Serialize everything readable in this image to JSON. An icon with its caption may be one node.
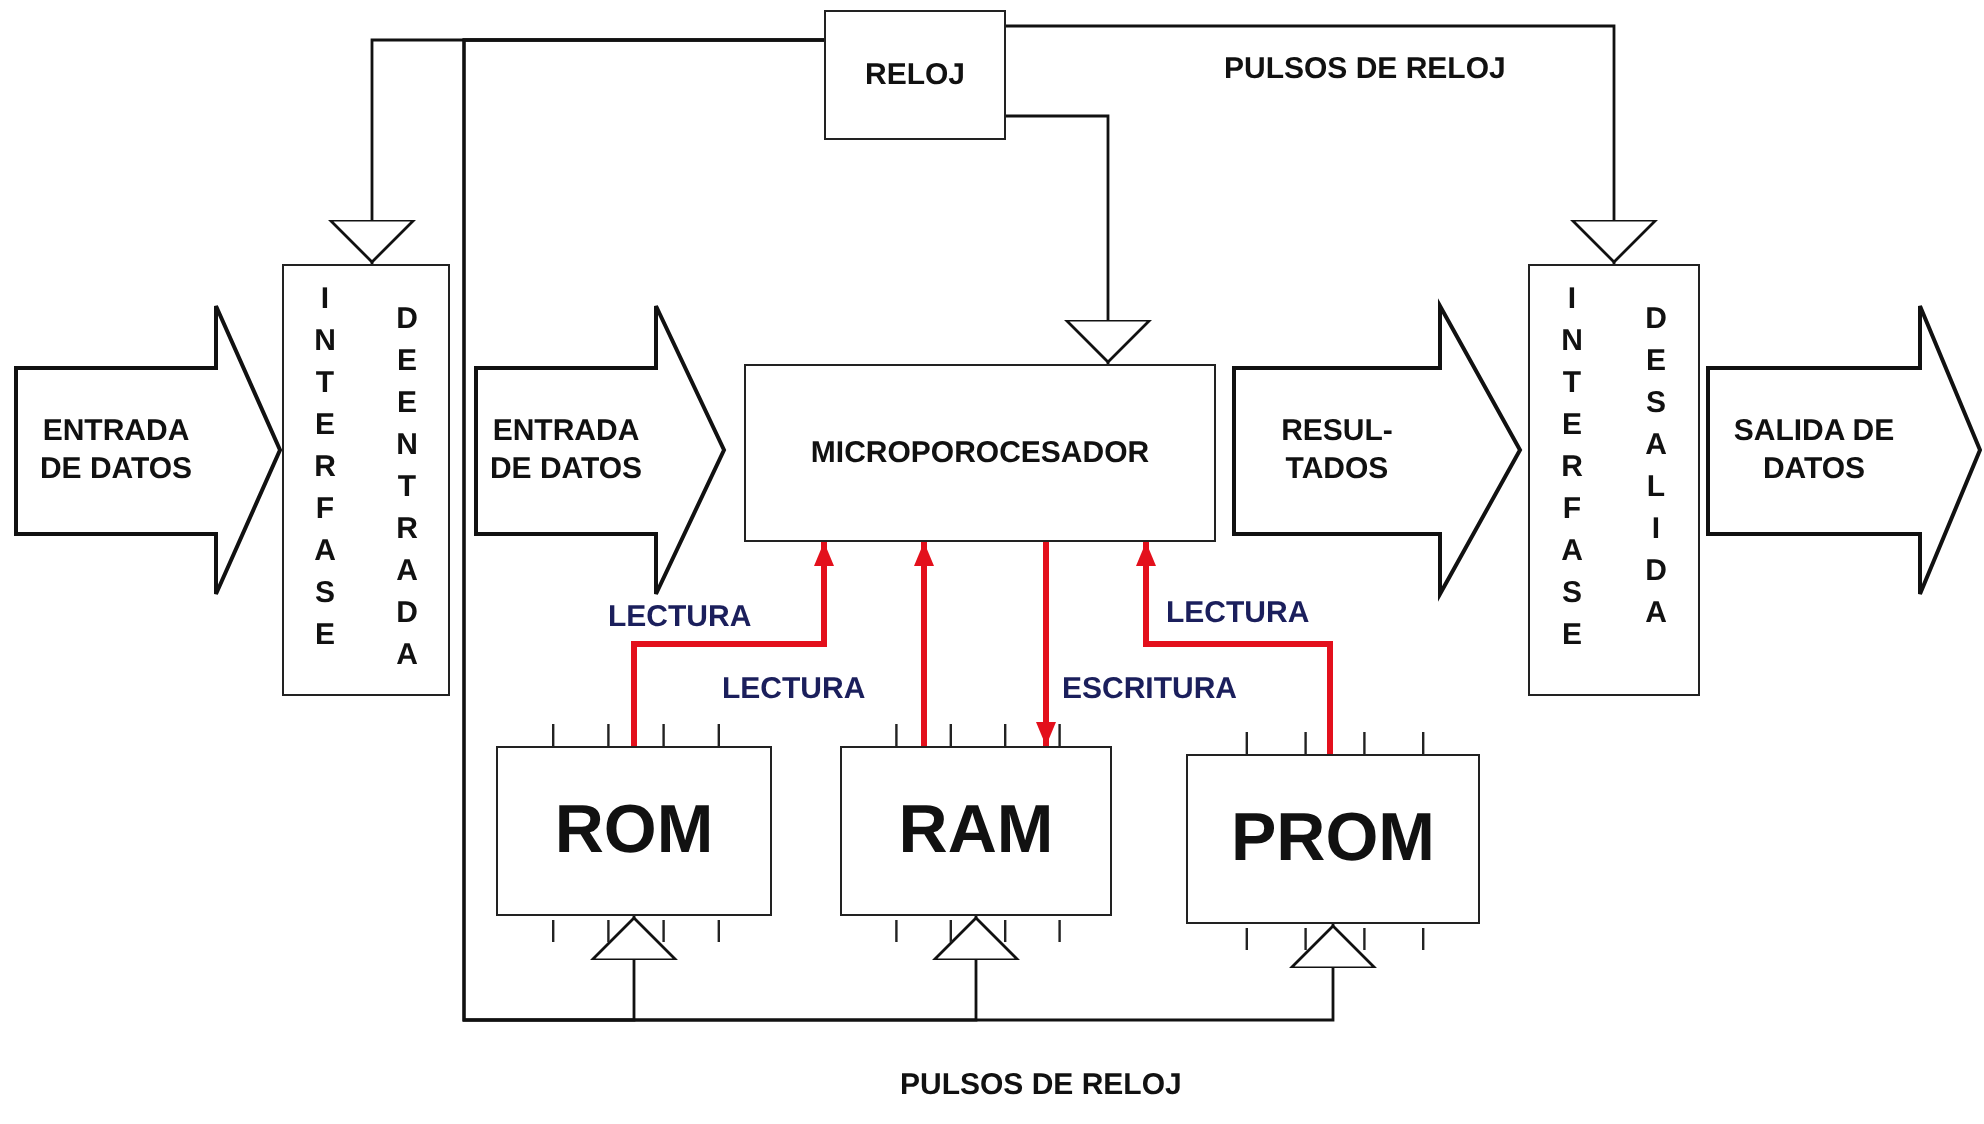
{
  "diagram": {
    "nodes": [
      {
        "text": [
          "RELOJ"
        ]
      },
      {
        "text": [
          "INTERFASE",
          "DE ENTRADA"
        ]
      },
      {
        "text": [
          "MICROPOROCESADOR"
        ]
      },
      {
        "text": [
          "INTERFASE",
          "DE SALIDA"
        ]
      },
      {
        "text": [
          "ROM"
        ]
      },
      {
        "text": [
          "RAM"
        ]
      },
      {
        "text": [
          "PROM"
        ]
      }
    ],
    "edges": [
      {
        "from": null,
        "to": 1,
        "arrow": "to",
        "label": "ENTRADA DE DATOS",
        "style": "thick"
      },
      {
        "from": 1,
        "to": 2,
        "arrow": "to",
        "label": "ENTRADA DE DATOS",
        "style": "thick"
      },
      {
        "from": 2,
        "to": 3,
        "arrow": "to",
        "label": "RESUL- TADOS",
        "style": "thick"
      },
      {
        "from": 3,
        "to": null,
        "arrow": "to",
        "label": "SALIDA DE DATOS",
        "style": "thick"
      },
      {
        "from": 0,
        "to": 1,
        "arrow": "to"
      },
      {
        "from": 0,
        "to": 2,
        "arrow": "to"
      },
      {
        "from": 0,
        "to": 3,
        "arrow": "to"
      },
      {
        "from": 0,
        "to": 4,
        "arrow": "to"
      },
      {
        "from": 0,
        "to": 5,
        "arrow": "to"
      },
      {
        "from": 0,
        "to": 6,
        "arrow": "to"
      },
      {
        "from": 4,
        "to": 2,
        "arrow": "to",
        "label": "LECTURA",
        "style": "thick",
        "color": "#e3101c"
      },
      {
        "from": 5,
        "to": 2,
        "arrow": "to",
        "label": "LECTURA",
        "style": "thick",
        "color": "#e3101c"
      },
      {
        "from": 2,
        "to": 5,
        "arrow": "to",
        "label": "ESCRITURA",
        "style": "thick",
        "color": "#e3101c"
      },
      {
        "from": 6,
        "to": 2,
        "arrow": "to",
        "label": "LECTURA",
        "style": "thick",
        "color": "#e3101c"
      }
    ],
    "labels": [
      "PULSOS DE RELOJ",
      "PULSOS DE RELOJ"
    ]
  }
}
